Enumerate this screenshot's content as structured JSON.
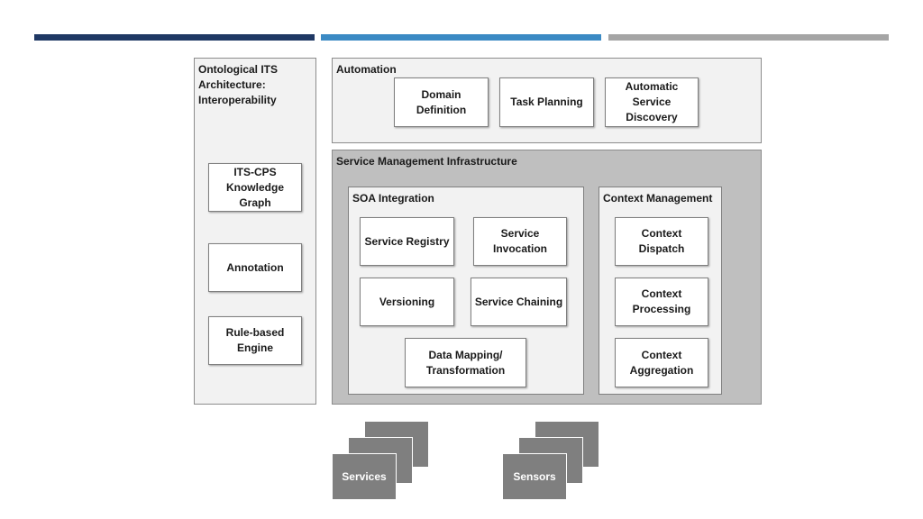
{
  "header": {
    "bar_colors": [
      "#1f3864",
      "#3b8ac4",
      "#a5a5a5"
    ]
  },
  "ontology": {
    "title": "Ontological ITS\nArchitecture:\nInteroperability",
    "items": [
      "ITS-CPS\nKnowledge\nGraph",
      "Annotation",
      "Rule-based\nEngine"
    ]
  },
  "automation": {
    "title": "Automation",
    "items": [
      "Domain\nDefinition",
      "Task Planning",
      "Automatic\nService\nDiscovery"
    ]
  },
  "smi": {
    "title": "Service Management Infrastructure",
    "soa": {
      "title": "SOA Integration",
      "items": [
        "Service Registry",
        "Service\nInvocation",
        "Versioning",
        "Service Chaining",
        "Data Mapping/\nTransformation"
      ]
    },
    "context": {
      "title": "Context Management",
      "items": [
        "Context\nDispatch",
        "Context\nProcessing",
        "Context\nAggregation"
      ]
    }
  },
  "stacks": {
    "services": "Services",
    "sensors": "Sensors"
  }
}
